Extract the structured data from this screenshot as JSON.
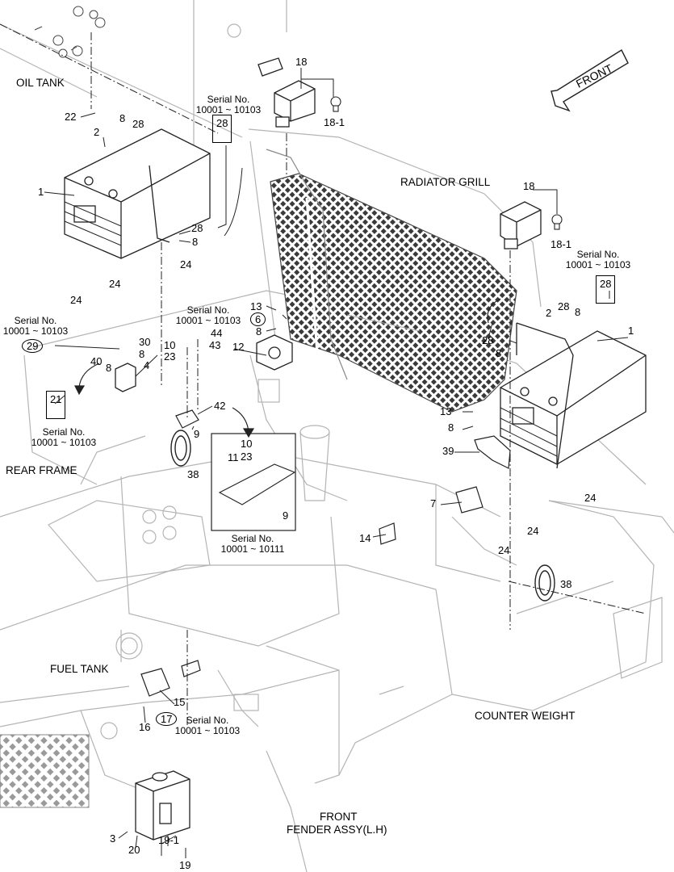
{
  "areas": {
    "oil_tank": "OIL TANK",
    "radiator_grill": "RADIATOR GRILL",
    "rear_frame": "REAR FRAME",
    "fuel_tank": "FUEL TANK",
    "counter_weight": "COUNTER WEIGHT",
    "front_fender_1": "FRONT",
    "front_fender_2": "FENDER ASSY(L.H)",
    "front_arrow": "FRONT"
  },
  "serial_notes": {
    "top_center": [
      "Serial No.",
      "10001 ~ 10103"
    ],
    "right": [
      "Serial No.",
      "10001 ~ 10103"
    ],
    "left": [
      "Serial No.",
      "10001 ~ 10103"
    ],
    "mid": [
      "Serial No.",
      "10001 ~ 10103"
    ],
    "box21": [
      "Serial No.",
      "10001 ~ 10103"
    ],
    "detail": [
      "Serial No.",
      "10001 ~ 10111"
    ],
    "bottom": [
      "Serial No.",
      "10001 ~ 10103"
    ]
  },
  "callouts": {
    "c18a": "18",
    "c18_1a": "18-1",
    "c22": "22",
    "c8a": "8",
    "c28a": "28",
    "c28box1": "28",
    "c2a": "2",
    "c1a": "1",
    "c28b": "28",
    "c8b": "8",
    "c24a": "24",
    "c24b": "24",
    "c24c": "24",
    "c13a": "13",
    "c6": "6",
    "c8c": "8",
    "c29": "29",
    "c30": "30",
    "c8d": "8",
    "c40": "40",
    "c8e": "8",
    "c4": "4",
    "c10a": "10",
    "c44": "44",
    "c23a": "23",
    "c43": "43",
    "c12": "12",
    "c21": "21",
    "c42": "42",
    "c9a": "9",
    "c38a": "38",
    "c10b": "10",
    "c11": "11",
    "c23b": "23",
    "c9b": "9",
    "c18b": "18",
    "c18_1b": "18-1",
    "c28box2": "28",
    "c28c": "28",
    "c8f": "8",
    "c2b": "2",
    "c1b": "1",
    "c28d": "28",
    "c8g": "8",
    "c13b": "13",
    "c8h": "8",
    "c39": "39",
    "c7": "7",
    "c24d": "24",
    "c24e": "24",
    "c24f": "24",
    "c14": "14",
    "c38b": "38",
    "c15": "15",
    "c16": "16",
    "c17": "17",
    "c3": "3",
    "c20": "20",
    "c19_1": "19-1",
    "c19": "19"
  }
}
